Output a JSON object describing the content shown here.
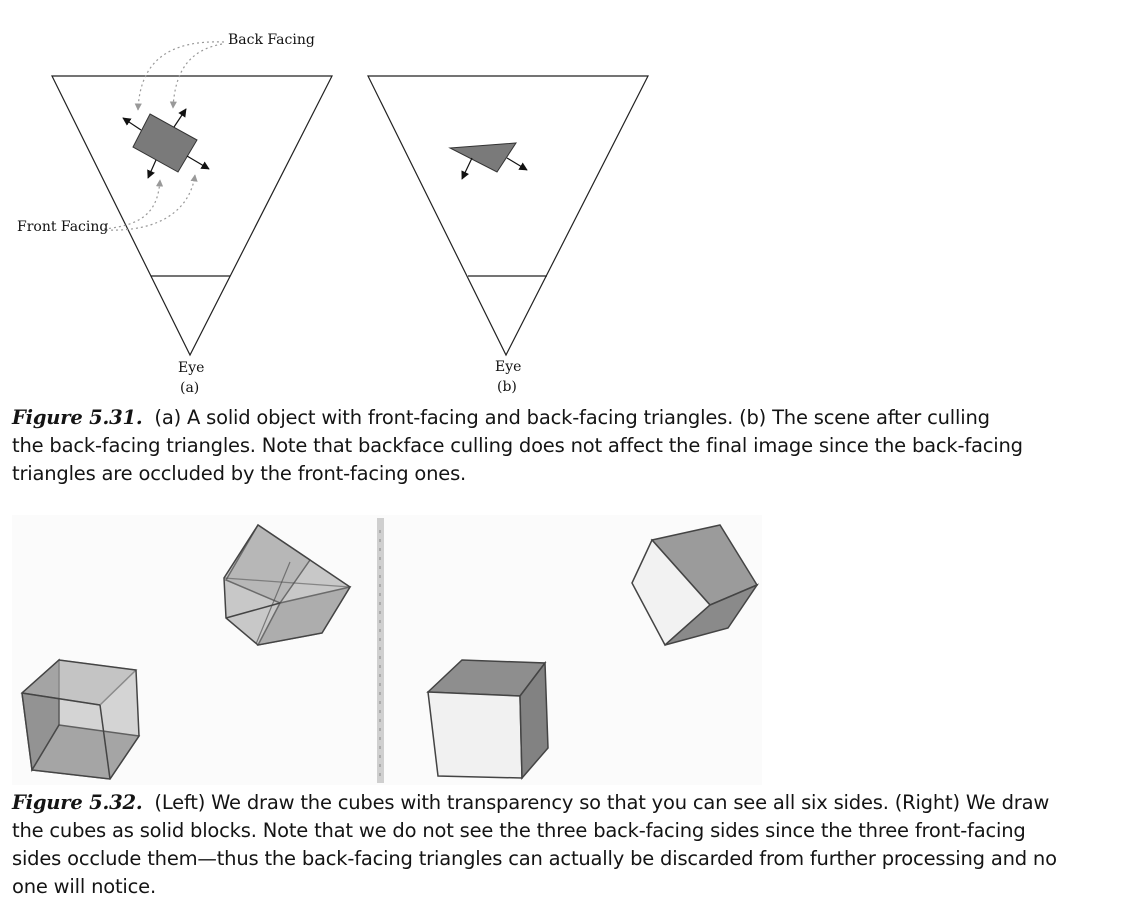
{
  "figure_531": {
    "labels": {
      "back_facing": "Back Facing",
      "front_facing": "Front Facing",
      "eye_a": "Eye",
      "panel_a": "(a)",
      "eye_b": "Eye",
      "panel_b": "(b)"
    },
    "caption_label": "Figure 5.31.",
    "caption_text": "(a) A solid object with front-facing and back-facing triangles. (b) The scene after culling the back-facing triangles. Note that backface culling does not affect the final image since the back-facing triangles are occluded by the front-facing ones.",
    "caption_lines": [
      "(a) A solid object with front-facing and back-facing triangles. (b) The scene after culling",
      "the back-facing triangles. Note that backface culling does not affect the final image since the back-facing",
      "triangles are occluded by the front-facing ones."
    ]
  },
  "figure_532": {
    "caption_label": "Figure 5.32.",
    "caption_text": "(Left) We draw the cubes with transparency so that you can see all six sides. (Right) We draw the cubes as solid blocks. Note that we do not see the three back-facing sides since the three front-facing sides occlude them—thus the back-facing triangles can actually be discarded from further processing and no one will notice.",
    "caption_lines": [
      "(Left) We draw the cubes with transparency so that you can see all six sides. (Right) We draw",
      "the cubes as solid blocks. Note that we do not see the three back-facing sides since the three front-facing",
      "sides occlude them—thus the back-facing triangles can actually be discarded from further processing and no",
      "one will notice."
    ]
  },
  "colors": {
    "object_fill": "#7a7a7a",
    "line": "#222222",
    "dotted_arrow": "#999999"
  }
}
